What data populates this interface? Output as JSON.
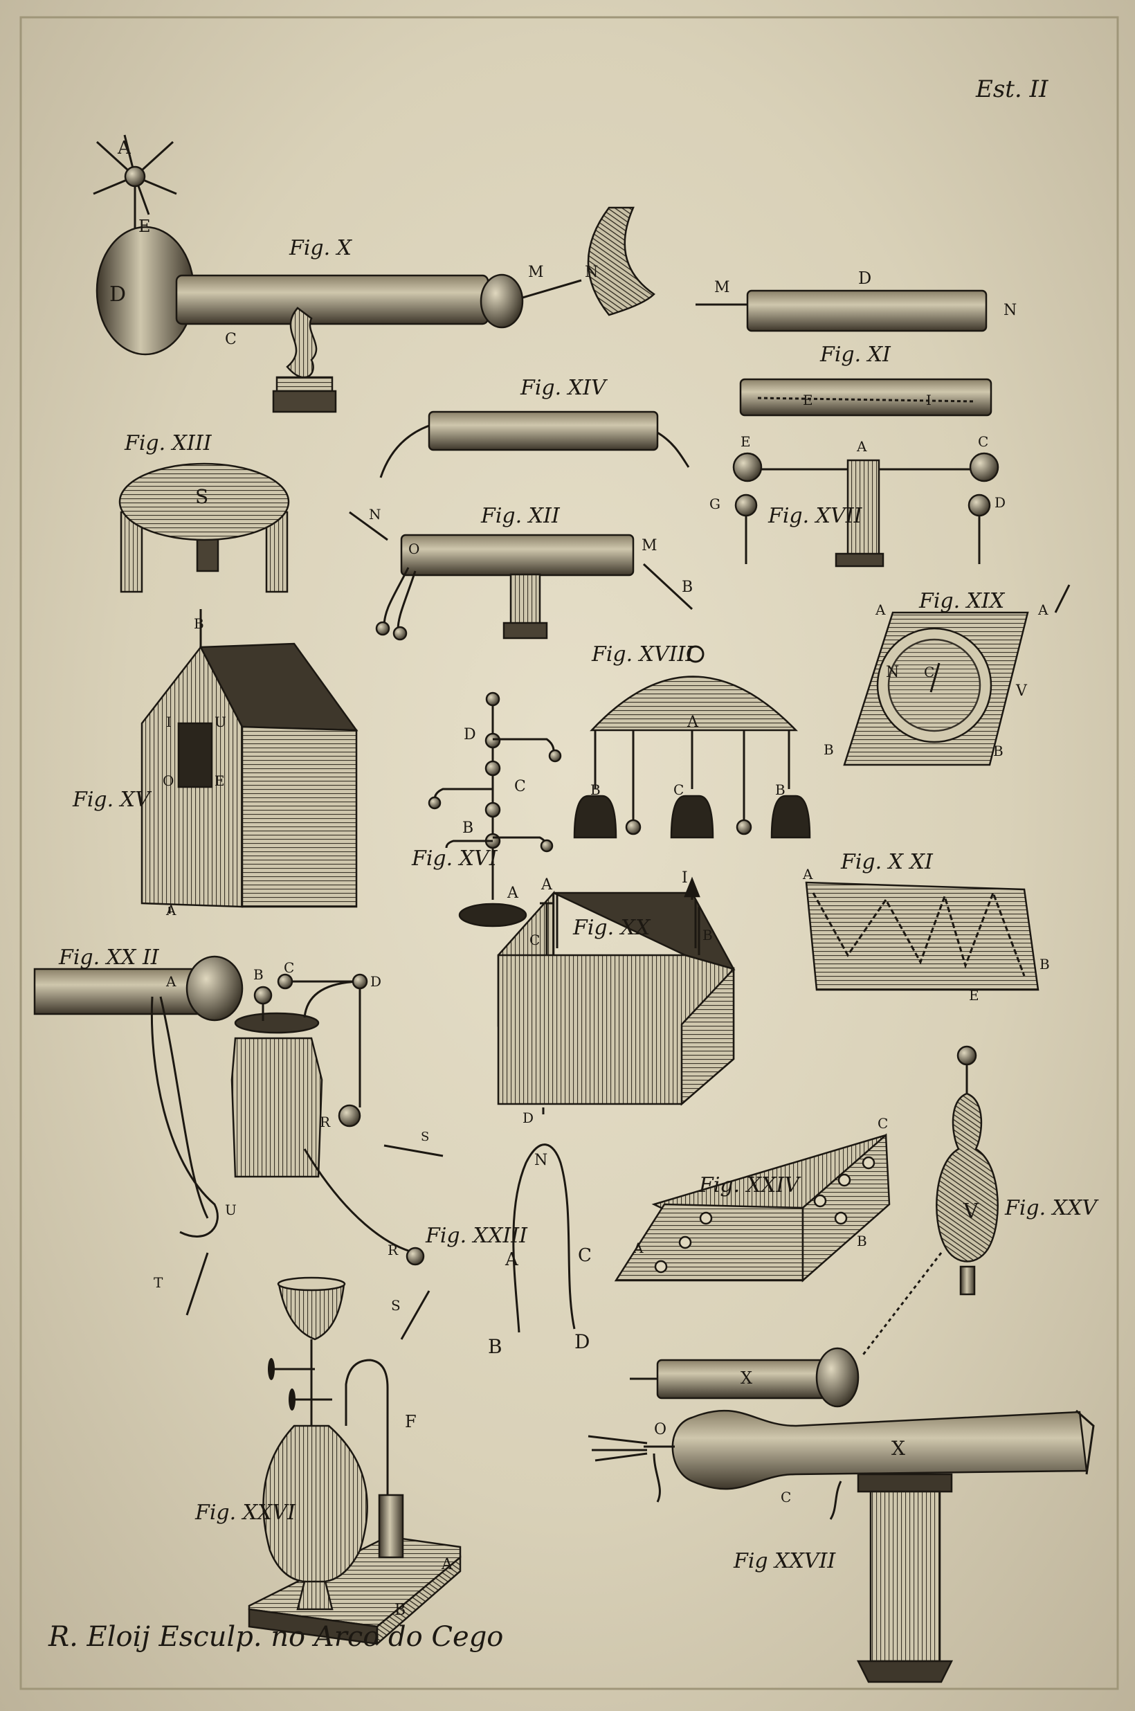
{
  "plate_tag": "Est. II",
  "engraver_signature": "R. Eloij Esculp. no Arco do Cego",
  "colors": {
    "paper": "#e2dbc4",
    "ink": "#1c1812",
    "shade": "#4a4234"
  },
  "figures": {
    "x": {
      "caption": "Fig. X",
      "letters": [
        "A",
        "E",
        "D",
        "C",
        "M",
        "N"
      ]
    },
    "xi": {
      "caption": "Fig. XI",
      "letters": [
        "M",
        "D",
        "N",
        "E",
        "I"
      ]
    },
    "xii": {
      "caption": "Fig. XII",
      "letters": [
        "N",
        "O",
        "M",
        "B"
      ]
    },
    "xiii": {
      "caption": "Fig. XIII",
      "letters": [
        "S"
      ]
    },
    "xiv": {
      "caption": "Fig. XIV",
      "letters": []
    },
    "xv": {
      "caption": "Fig. XV",
      "letters": [
        "B",
        "I",
        "U",
        "O",
        "E",
        "A"
      ]
    },
    "xvi": {
      "caption": "Fig. XVI",
      "letters": [
        "D",
        "C",
        "B",
        "A"
      ]
    },
    "xvii": {
      "caption": "Fig. XVII",
      "letters": [
        "E",
        "A",
        "C",
        "G",
        "D"
      ]
    },
    "xviii": {
      "caption": "Fig. XVIII",
      "letters": [
        "A",
        "B",
        "C",
        "B"
      ]
    },
    "xix": {
      "caption": "Fig. XIX",
      "letters": [
        "A",
        "A",
        "N",
        "C",
        "V",
        "B",
        "B"
      ]
    },
    "xx": {
      "caption": "Fig. XX",
      "letters": [
        "A",
        "I",
        "C",
        "B",
        "D"
      ]
    },
    "xxi": {
      "caption": "Fig. X XI",
      "letters": [
        "A",
        "B",
        "E"
      ]
    },
    "xxii": {
      "caption": "Fig. XX II",
      "letters": [
        "A",
        "B",
        "C",
        "D",
        "R",
        "S",
        "U",
        "T"
      ]
    },
    "xxiii": {
      "caption": "Fig. XXIII",
      "letters": [
        "N",
        "A",
        "C",
        "B",
        "D",
        "R",
        "S"
      ]
    },
    "xxiv": {
      "caption": "Fig. XXIV",
      "letters": [
        "C",
        "A",
        "B"
      ]
    },
    "xxv": {
      "caption": "Fig. XXV",
      "letters": [
        "V"
      ]
    },
    "xxvi": {
      "caption": "Fig. XXVI",
      "letters": [
        "F",
        "A",
        "B"
      ]
    },
    "xxvii": {
      "caption": "Fig XXVII",
      "letters": [
        "X",
        "X",
        "O",
        "C"
      ]
    }
  }
}
